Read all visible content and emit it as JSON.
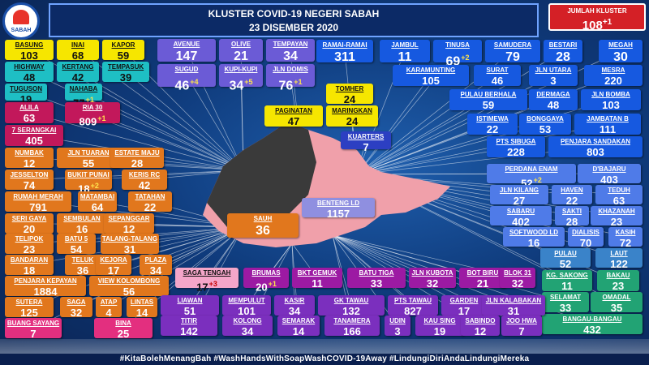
{
  "header": {
    "title": "KLUSTER COVID-19 NEGERI SABAH",
    "date": "23 DISEMBER 2020",
    "logo_text": "SABAH"
  },
  "total": {
    "label": "JUMLAH KLUSTER",
    "value": "108",
    "increase": "+1"
  },
  "footer": {
    "text": "#KitaBolehMenangBah #WashHandsWithSoapWashCOVID-19Away #LindungiDiriAndaLindungiMereka"
  },
  "colors": {
    "yellow": "#f6e600",
    "teal": "#1ebfc4",
    "red": "#c2185b",
    "orange": "#e1771d",
    "purple": "#6b5bd6",
    "blue": "#1659e0",
    "green": "#22a374",
    "magenta": "#9c1aa3",
    "pink": "#f4a6c9",
    "map_land": "#f0a0aa",
    "map_dark": "#3a3a3a"
  },
  "clusters": [
    {
      "name": "BASUNG",
      "value": "103",
      "inc": "",
      "color": "c-y"
    },
    {
      "name": "INAI",
      "value": "68",
      "inc": "",
      "color": "c-y"
    },
    {
      "name": "KAPOR",
      "value": "59",
      "inc": "",
      "color": "c-y"
    },
    {
      "name": "HIGHWAY",
      "value": "48",
      "inc": "",
      "color": "c-t"
    },
    {
      "name": "KERTANG",
      "value": "42",
      "inc": "",
      "color": "c-t"
    },
    {
      "name": "TEMPASUK",
      "value": "39",
      "inc": "",
      "color": "c-t"
    },
    {
      "name": "TUGUSON",
      "value": "19",
      "inc": "",
      "color": "c-t"
    },
    {
      "name": "NAHABA",
      "value": "77",
      "inc": "+1",
      "color": "c-t"
    },
    {
      "name": "ALILA",
      "value": "63",
      "inc": "",
      "color": "c-r"
    },
    {
      "name": "RIA 30",
      "value": "809",
      "inc": "+1",
      "color": "c-r"
    },
    {
      "name": "7 SERANGKAI",
      "value": "405",
      "inc": "",
      "color": "c-r"
    },
    {
      "name": "NUMBAK",
      "value": "12",
      "inc": "",
      "color": "c-o"
    },
    {
      "name": "JLN TUARAN",
      "value": "55",
      "inc": "",
      "color": "c-o"
    },
    {
      "name": "ESTATE MAJU",
      "value": "28",
      "inc": "",
      "color": "c-o"
    },
    {
      "name": "JESSELTON",
      "value": "74",
      "inc": "",
      "color": "c-o"
    },
    {
      "name": "BUKIT PUNAI",
      "value": "18",
      "inc": "+2",
      "color": "c-o"
    },
    {
      "name": "KERIS RC",
      "value": "42",
      "inc": "",
      "color": "c-o"
    },
    {
      "name": "RUMAH MERAH",
      "value": "791",
      "inc": "",
      "color": "c-o"
    },
    {
      "name": "MATAMBAI",
      "value": "64",
      "inc": "",
      "color": "c-o"
    },
    {
      "name": "TATAHAN",
      "value": "22",
      "inc": "",
      "color": "c-o"
    },
    {
      "name": "SERI GAYA",
      "value": "20",
      "inc": "",
      "color": "c-o"
    },
    {
      "name": "SEMBULAN",
      "value": "16",
      "inc": "",
      "color": "c-o"
    },
    {
      "name": "SEPANGGAR",
      "value": "12",
      "inc": "",
      "color": "c-o"
    },
    {
      "name": "TELIPOK",
      "value": "23",
      "inc": "",
      "color": "c-o"
    },
    {
      "name": "BATU 5",
      "value": "54",
      "inc": "",
      "color": "c-o"
    },
    {
      "name": "TALANG-TALANG",
      "value": "31",
      "inc": "",
      "color": "c-o"
    },
    {
      "name": "BANDARAN",
      "value": "18",
      "inc": "",
      "color": "c-o"
    },
    {
      "name": "TELUK",
      "value": "36",
      "inc": "",
      "color": "c-o"
    },
    {
      "name": "KEJORA",
      "value": "17",
      "inc": "",
      "color": "c-o"
    },
    {
      "name": "PLAZA",
      "value": "34",
      "inc": "",
      "color": "c-o"
    },
    {
      "name": "PENJARA KEPAYAN",
      "value": "1884",
      "inc": "",
      "color": "c-o"
    },
    {
      "name": "VIEW KOLOMBONG",
      "value": "56",
      "inc": "",
      "color": "c-o"
    },
    {
      "name": "SUTERA",
      "value": "125",
      "inc": "",
      "color": "c-o"
    },
    {
      "name": "SAGA",
      "value": "32",
      "inc": "",
      "color": "c-o"
    },
    {
      "name": "ATAP",
      "value": "4",
      "inc": "",
      "color": "c-o"
    },
    {
      "name": "LINTAS",
      "value": "14",
      "inc": "",
      "color": "c-o"
    },
    {
      "name": "BUANG SAYANG",
      "value": "7",
      "inc": "",
      "color": "c-pk"
    },
    {
      "name": "BINA",
      "value": "25",
      "inc": "",
      "color": "c-pk"
    },
    {
      "name": "AVENUE",
      "value": "147",
      "inc": "",
      "color": "c-p"
    },
    {
      "name": "OLIVE",
      "value": "21",
      "inc": "",
      "color": "c-p"
    },
    {
      "name": "TEMPAYAN",
      "value": "34",
      "inc": "",
      "color": "c-p"
    },
    {
      "name": "SUGUD",
      "value": "46",
      "inc": "+4",
      "color": "c-p"
    },
    {
      "name": "KUPI-KUPI",
      "value": "34",
      "inc": "+5",
      "color": "c-p"
    },
    {
      "name": "JLN DOMIS",
      "value": "76",
      "inc": "+1",
      "color": "c-p"
    },
    {
      "name": "TOMHER",
      "value": "24",
      "inc": "",
      "color": "c-y"
    },
    {
      "name": "PAGINATAN",
      "value": "47",
      "inc": "",
      "color": "c-y"
    },
    {
      "name": "MARINGKAN",
      "value": "24",
      "inc": "",
      "color": "c-y"
    },
    {
      "name": "KUARTERS",
      "value": "7",
      "inc": "",
      "color": "c-n"
    },
    {
      "name": "RAMAI-RAMAI",
      "value": "311",
      "inc": "",
      "color": "c-b"
    },
    {
      "name": "JAMBUL",
      "value": "11",
      "inc": "",
      "color": "c-b"
    },
    {
      "name": "TINUSA",
      "value": "69",
      "inc": "+2",
      "color": "c-b"
    },
    {
      "name": "SAMUDERA",
      "value": "79",
      "inc": "",
      "color": "c-b"
    },
    {
      "name": "BESTARI",
      "value": "28",
      "inc": "",
      "color": "c-b"
    },
    {
      "name": "MEGAH",
      "value": "30",
      "inc": "",
      "color": "c-b"
    },
    {
      "name": "KARAMUNTING",
      "value": "105",
      "inc": "",
      "color": "c-b"
    },
    {
      "name": "SURAT",
      "value": "46",
      "inc": "",
      "color": "c-b"
    },
    {
      "name": "JLN UTARA",
      "value": "3",
      "inc": "",
      "color": "c-b"
    },
    {
      "name": "MESRA",
      "value": "220",
      "inc": "",
      "color": "c-b"
    },
    {
      "name": "PULAU BERHALA",
      "value": "59",
      "inc": "",
      "color": "c-b"
    },
    {
      "name": "DERMAGA",
      "value": "48",
      "inc": "",
      "color": "c-b"
    },
    {
      "name": "JLN BOMBA",
      "value": "103",
      "inc": "",
      "color": "c-b"
    },
    {
      "name": "ISTIMEWA",
      "value": "22",
      "inc": "",
      "color": "c-b"
    },
    {
      "name": "BONGGAYA",
      "value": "53",
      "inc": "",
      "color": "c-b"
    },
    {
      "name": "JAMBATAN B",
      "value": "111",
      "inc": "",
      "color": "c-b"
    },
    {
      "name": "PTS SIBUGA",
      "value": "228",
      "inc": "",
      "color": "c-b"
    },
    {
      "name": "PENJARA SANDAKAN",
      "value": "803",
      "inc": "",
      "color": "c-b"
    },
    {
      "name": "PERDANA ENAM",
      "value": "52",
      "inc": "+2",
      "color": "c-pb"
    },
    {
      "name": "D'BAJARU",
      "value": "403",
      "inc": "",
      "color": "c-pb"
    },
    {
      "name": "JLN KILANG",
      "value": "27",
      "inc": "",
      "color": "c-pb"
    },
    {
      "name": "HAVEN",
      "value": "22",
      "inc": "",
      "color": "c-pb"
    },
    {
      "name": "TEDUH",
      "value": "63",
      "inc": "",
      "color": "c-pb"
    },
    {
      "name": "SABARU",
      "value": "402",
      "inc": "",
      "color": "c-pb"
    },
    {
      "name": "SAKTI",
      "value": "28",
      "inc": "",
      "color": "c-pb"
    },
    {
      "name": "KHAZANAH",
      "value": "23",
      "inc": "",
      "color": "c-pb"
    },
    {
      "name": "SOFTWOOD LD",
      "value": "16",
      "inc": "",
      "color": "c-pb"
    },
    {
      "name": "DIALISIS",
      "value": "70",
      "inc": "",
      "color": "c-pb"
    },
    {
      "name": "KASIH",
      "value": "72",
      "inc": "",
      "color": "c-pb"
    },
    {
      "name": "PULAU",
      "value": "52",
      "inc": "",
      "color": "c-s"
    },
    {
      "name": "LAUT",
      "value": "122",
      "inc": "",
      "color": "c-s"
    },
    {
      "name": "KG. SAKONG",
      "value": "11",
      "inc": "",
      "color": "c-g"
    },
    {
      "name": "BAKAU",
      "value": "23",
      "inc": "",
      "color": "c-g"
    },
    {
      "name": "SELAMAT",
      "value": "33",
      "inc": "",
      "color": "c-g"
    },
    {
      "name": "OMADAL",
      "value": "35",
      "inc": "",
      "color": "c-g"
    },
    {
      "name": "BANGAU-BANGAU",
      "value": "432",
      "inc": "",
      "color": "c-g"
    },
    {
      "name": "BENTENG LD",
      "value": "1157",
      "inc": "",
      "color": "c-ic"
    },
    {
      "name": "SAUH",
      "value": "36",
      "inc": "",
      "color": "c-o"
    },
    {
      "name": "SAGA TENGAH",
      "value": "17",
      "inc": "+3",
      "color": "c-k"
    },
    {
      "name": "BRUMAS",
      "value": "20",
      "inc": "+1",
      "color": "c-m"
    },
    {
      "name": "BKT GEMUK",
      "value": "11",
      "inc": "",
      "color": "c-m"
    },
    {
      "name": "BATU TIGA",
      "value": "33",
      "inc": "",
      "color": "c-m"
    },
    {
      "name": "JLN KUBOTA",
      "value": "32",
      "inc": "",
      "color": "c-m"
    },
    {
      "name": "BOT BIRU",
      "value": "21",
      "inc": "",
      "color": "c-m"
    },
    {
      "name": "BLOK 31",
      "value": "32",
      "inc": "",
      "color": "c-m"
    },
    {
      "name": "LIAWAN",
      "value": "51",
      "inc": "",
      "color": "c-u"
    },
    {
      "name": "MEMPULUT",
      "value": "101",
      "inc": "",
      "color": "c-u"
    },
    {
      "name": "KASIR",
      "value": "34",
      "inc": "",
      "color": "c-u"
    },
    {
      "name": "GK TAWAU",
      "value": "132",
      "inc": "",
      "color": "c-u"
    },
    {
      "name": "PTS TAWAU",
      "value": "827",
      "inc": "",
      "color": "c-u"
    },
    {
      "name": "GARDEN",
      "value": "17",
      "inc": "",
      "color": "c-u"
    },
    {
      "name": "JLN KALABAKAN",
      "value": "31",
      "inc": "",
      "color": "c-u"
    },
    {
      "name": "TITIR",
      "value": "142",
      "inc": "",
      "color": "c-u"
    },
    {
      "name": "KOLONG",
      "value": "34",
      "inc": "",
      "color": "c-u"
    },
    {
      "name": "SEMARAK",
      "value": "14",
      "inc": "",
      "color": "c-u"
    },
    {
      "name": "TANAMERA",
      "value": "166",
      "inc": "",
      "color": "c-u"
    },
    {
      "name": "UDIN",
      "value": "3",
      "inc": "",
      "color": "c-u"
    },
    {
      "name": "KAU SING",
      "value": "19",
      "inc": "",
      "color": "c-u"
    },
    {
      "name": "SABINDO",
      "value": "12",
      "inc": "",
      "color": "c-u"
    },
    {
      "name": "JOO HWA",
      "value": "7",
      "inc": "",
      "color": "c-u"
    }
  ]
}
